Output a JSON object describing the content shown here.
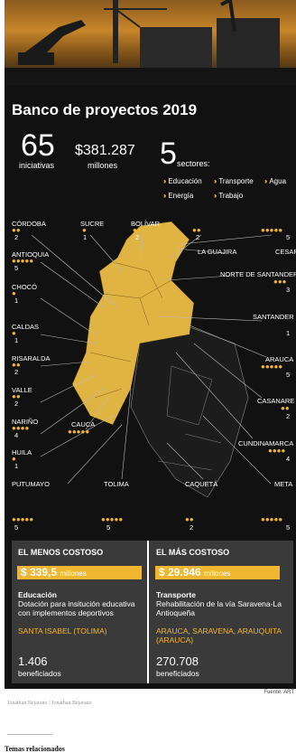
{
  "header": {
    "title": "Banco de proyectos 2019",
    "stat1_value": "65",
    "stat1_label": "iniciativas",
    "stat2_value": "$381.287",
    "stat2_label": "millones",
    "stat3_value": "5",
    "stat3_label": "sectores:"
  },
  "sectors": [
    "Educación",
    "Transporte",
    "Agua",
    "Energía",
    "Trabajo"
  ],
  "colors": {
    "accent": "#f2b731",
    "map_fill": "#e0b443",
    "panel": "#3a3a3a",
    "background": "#111111"
  },
  "departments": {
    "cordoba": {
      "name": "CÓRDOBA",
      "count": "2"
    },
    "sucre": {
      "name": "SUCRE",
      "count": "1"
    },
    "bolivar": {
      "name": "BOLÍVAR",
      "count": "2"
    },
    "magdalena": {
      "count": "2"
    },
    "atlantico": {
      "count": "5"
    },
    "antioquia": {
      "name": "ANTIOQUIA",
      "count": "5"
    },
    "la_guajira": {
      "name": "LA GUAJIRA"
    },
    "cesar": {
      "name": "CESAR"
    },
    "norte_santander": {
      "name": "NORTE DE SANTANDER",
      "count": "3"
    },
    "choco": {
      "name": "CHOCÓ",
      "count": "1"
    },
    "santander": {
      "name": "SANTANDER",
      "count": "1"
    },
    "caldas": {
      "name": "CALDAS",
      "count": "1"
    },
    "arauca": {
      "name": "ARAUCA",
      "count": "5"
    },
    "risaralda": {
      "name": "RISARALDA",
      "count": "2"
    },
    "valle": {
      "name": "VALLE",
      "count": "2"
    },
    "casanare": {
      "name": "CASANARE",
      "count": "2"
    },
    "narino": {
      "name": "NARIÑO",
      "count": "4"
    },
    "cauca": {
      "name": "CAUCA",
      "count": "5"
    },
    "cundinamarca": {
      "name": "CUNDINAMARCA",
      "count": "4"
    },
    "huila": {
      "name": "HUILA",
      "count": "1"
    },
    "putumayo": {
      "name": "PUTUMAYO",
      "count": "5"
    },
    "tolima": {
      "name": "TOLIMA",
      "count": "5"
    },
    "caqueta": {
      "name": "CAQUETÁ",
      "count": "2"
    },
    "meta": {
      "name": "META",
      "count": "5"
    }
  },
  "least_costly": {
    "heading": "EL MENOS COSTOSO",
    "amount": "$ 339,5",
    "unit": "millones",
    "sector": "Educación",
    "description": "Dotación para insitución educativa con implementos deportivos",
    "location": "SANTA ISABEL (TOLIMA)",
    "beneficiaries": "1.406",
    "beneficiaries_label": "beneficiados"
  },
  "most_costly": {
    "heading": "EL MÁS COSTOSO",
    "amount": "$ 29.946",
    "unit": "millones",
    "sector": "Transporte",
    "description": "Rehabilitación de la vía Saravena-La Antioqueña",
    "location": "ARAUCA, SARAVENA, ARAUQUITA (ARAUCA)",
    "beneficiaries": "270.708",
    "beneficiaries_label": "beneficiados"
  },
  "source": "Fuente: ART",
  "credit": "Jonathan Bejarano / Jonathan Bejarano",
  "related": "Temas relacionados"
}
